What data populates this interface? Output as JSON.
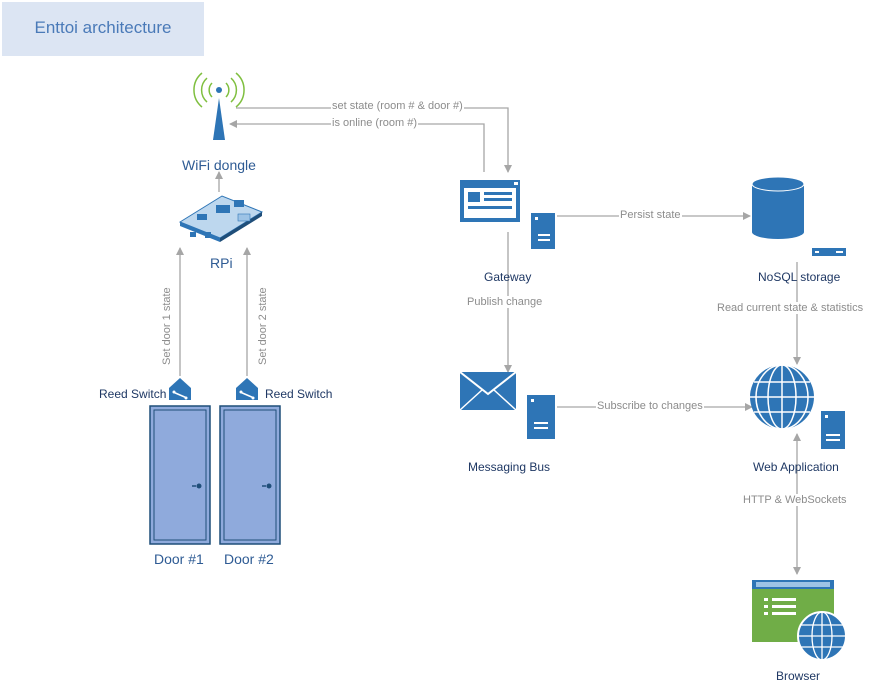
{
  "title": "Enttoi architecture",
  "nodes": {
    "wifi_dongle": "WiFi dongle",
    "rpi": "RPi",
    "reed_switch_1": "Reed Switch",
    "reed_switch_2": "Reed Switch",
    "door_1": "Door #1",
    "door_2": "Door #2",
    "gateway": "Gateway",
    "nosql": "NoSQL storage",
    "messaging_bus": "Messaging Bus",
    "web_app": "Web Application",
    "browser": "Browser"
  },
  "edges": {
    "set_state": "set state (room # & door #)",
    "is_online": "is online (room #)",
    "set_door_1": "Set door 1 state",
    "set_door_2": "Set door 2 state",
    "persist_state": "Persist state",
    "publish_change": "Publish change",
    "read_state": "Read current state & statistics",
    "subscribe": "Subscribe to changes",
    "http_ws": "HTTP & WebSockets"
  },
  "colors": {
    "accent_blue": "#2e75b6",
    "light_blue": "#9dc3e6",
    "door_blue": "#8faadc",
    "browser_green": "#70ad47",
    "connector_gray": "#a6a6a6",
    "title_bg": "#dce5f3"
  }
}
